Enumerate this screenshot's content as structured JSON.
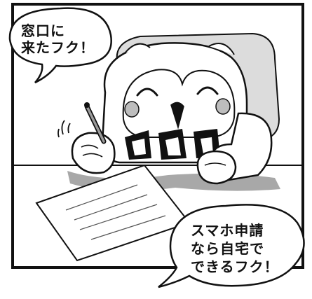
{
  "bubble_top_left": {
    "line1": "窓口に",
    "line2": "来たフク！"
  },
  "bubble_bottom_right": {
    "line1": "スマホ申請",
    "line2": "なら自宅で",
    "line3": "できるフク！"
  },
  "colors": {
    "ink": "#111111",
    "gray_light": "#d4d4d4",
    "gray_mid": "#b8b8b8",
    "gray_shadow": "#9a9a9a",
    "cheek": "#bdbdbd",
    "paper": "#ffffff"
  }
}
